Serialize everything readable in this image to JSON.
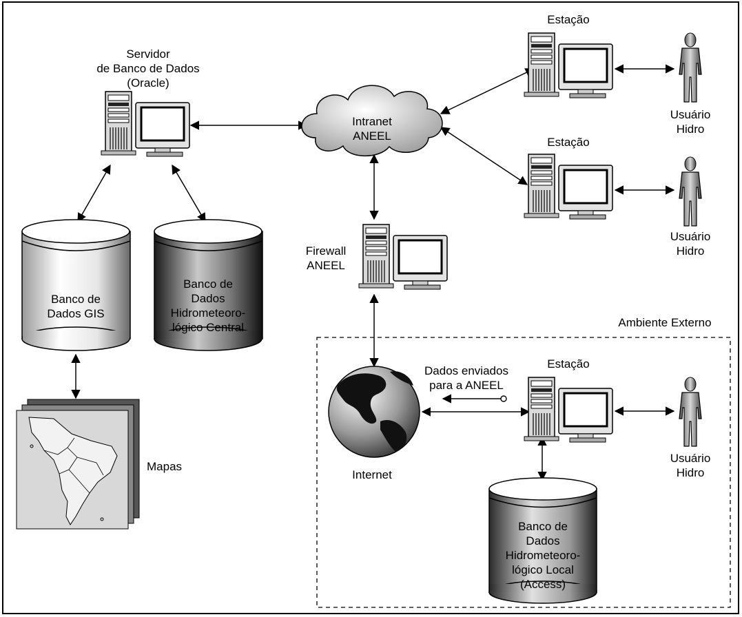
{
  "labels": {
    "server_title": "Servidor\nde Banco de Dados\n(Oracle)",
    "intranet": "Intranet\nANEEL",
    "station_top": "Estação",
    "station_mid": "Estação",
    "station_ext": "Estação",
    "user_top": "Usuário\nHidro",
    "user_mid": "Usuário\nHidro",
    "user_ext": "Usuário\nHidro",
    "firewall": "Firewall\nANEEL",
    "db_gis": "Banco de\nDados GIS",
    "db_central": "Banco de\nDados\nHidrometeoro-\nlógico Central",
    "maps": "Mapas",
    "internet": "Internet",
    "external_env": "Ambiente Externo",
    "data_sent": "Dados enviados\npara a ANEEL",
    "db_local": "Banco de\nDados\nHidrometeoro-\nlógico Local\n(Access)"
  },
  "icons": {
    "server": "server-computer-icon",
    "workstation": "workstation-computer-icon",
    "user": "person-icon",
    "cloud": "cloud-icon",
    "globe": "globe-icon",
    "database": "database-cylinder-icon",
    "maps": "map-stack-icon"
  }
}
